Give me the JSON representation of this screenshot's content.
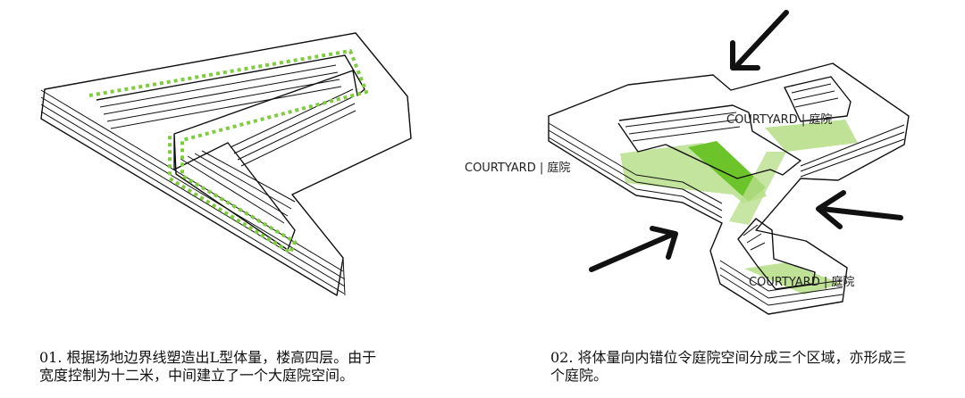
{
  "diagram1": {
    "caption_line1": "01. 根据场地边界线塑造出L型体量，楼高四层。由于",
    "caption_line2": "宽度控制为十二米，中间建立了一个大庭院空间。"
  },
  "diagram2": {
    "caption_line1": "02. 将体量向内错位令庭院空间分成三个区域，亦形成三",
    "caption_line2": "个庭院。",
    "labels": [
      "COURTYARD | 庭院",
      "COURTYARD | 庭院",
      "COURTYARD | 庭院"
    ]
  },
  "colors": {
    "outline": "#111111",
    "dotted_path": "#7fcc3f",
    "courtyard_fill": "#b9df8c",
    "courtyard_dark": "#6cc42a"
  }
}
